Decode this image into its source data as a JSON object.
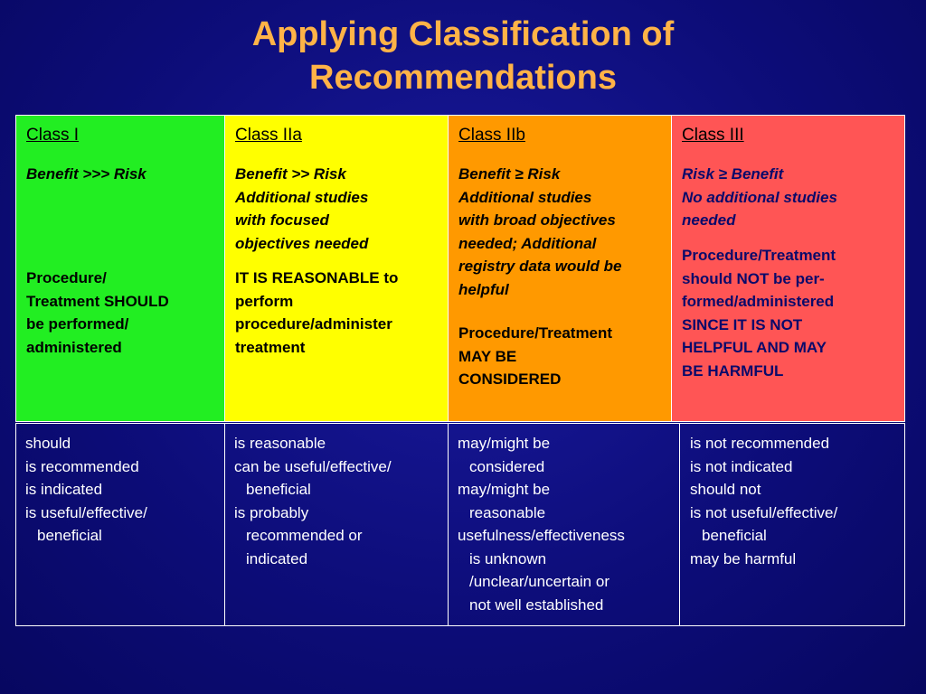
{
  "slide": {
    "title_line1": "Applying Classification of",
    "title_line2": "Recommendations"
  },
  "classes": [
    {
      "name": "Class I",
      "benefit": "Benefit >>> Risk",
      "recommendation": "Procedure/\nTreatment SHOULD\nbe performed/\nadministered",
      "color": "#22ee22"
    },
    {
      "name": "Class IIa",
      "benefit": "Benefit >> Risk\nAdditional studies\nwith focused\nobjectives needed",
      "recommendation": "IT IS REASONABLE to\nperform\nprocedure/administer\ntreatment",
      "color": "#ffff00"
    },
    {
      "name": "Class IIb",
      "benefit": "Benefit ≥ Risk\nAdditional studies\nwith broad objectives\nneeded; Additional\nregistry data would be\nhelpful",
      "recommendation": "Procedure/Treatment\nMAY BE\nCONSIDERED",
      "color": "#ff9900"
    },
    {
      "name": "Class III",
      "benefit": "Risk ≥ Benefit\nNo additional studies\nneeded",
      "recommendation": "Procedure/Treatment\nshould NOT be per-\nformed/administered\nSINCE IT IS NOT\nHELPFUL AND MAY\nBE HARMFUL",
      "color": "#ff5555"
    }
  ],
  "phrases": [
    [
      "should",
      "is recommended",
      "is indicated",
      "is useful/effective/",
      "beneficial"
    ],
    [
      "is reasonable",
      "can be useful/effective/",
      "beneficial",
      "is probably",
      "recommended or",
      "indicated"
    ],
    [
      "may/might be",
      "considered",
      "may/might be",
      "reasonable",
      "usefulness/effectiveness",
      "is unknown",
      "/unclear/uncertain or",
      "not well established"
    ],
    [
      "is not recommended",
      "is not indicated",
      "should not",
      "is not useful/effective/",
      "beneficial",
      "may be harmful"
    ]
  ],
  "colors": {
    "background": "#0d0d7a",
    "title": "#ffb347"
  }
}
